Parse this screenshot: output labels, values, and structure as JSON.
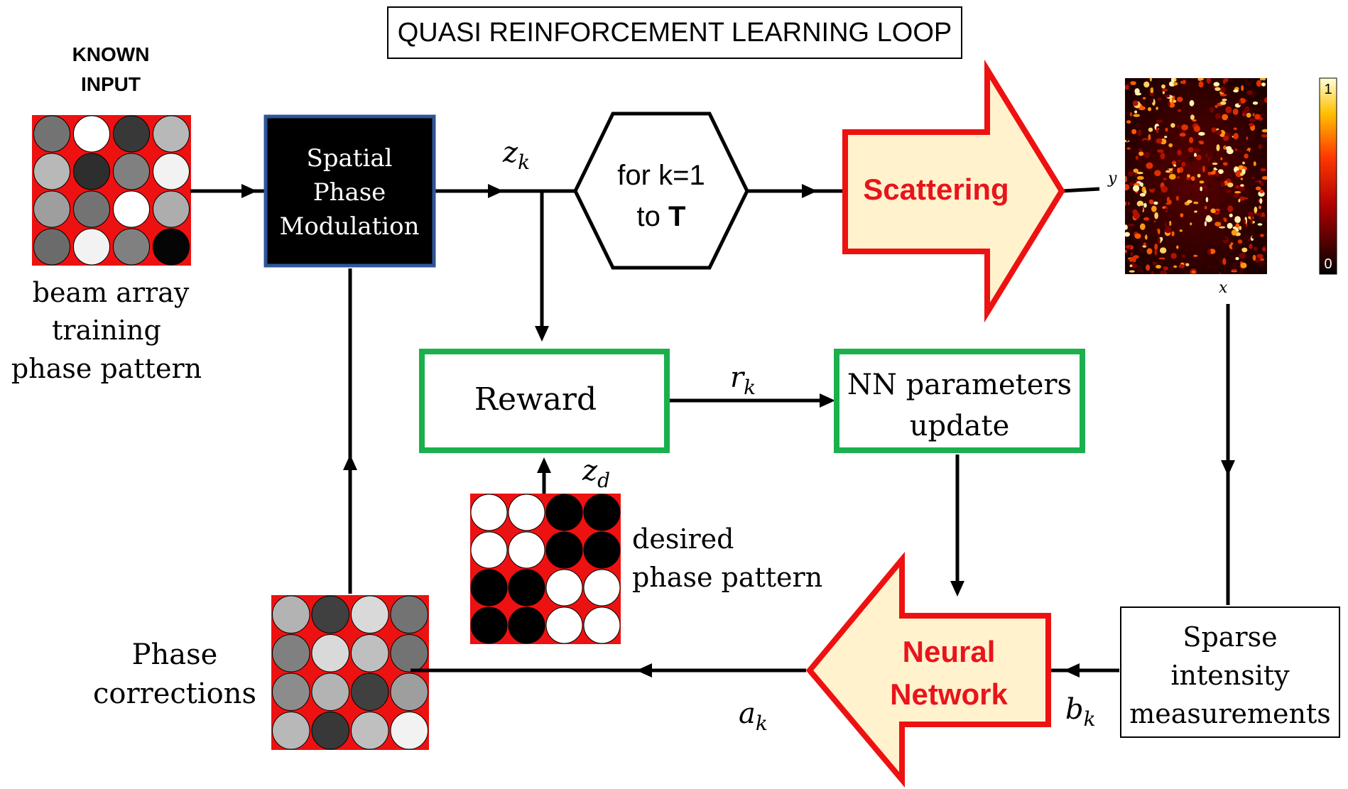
{
  "title": "QUASI REINFORCEMENT LEARNING LOOP",
  "known_input": {
    "line1": "KNOWN",
    "line2": "INPUT"
  },
  "input_caption": [
    "beam array",
    "training",
    "phase pattern"
  ],
  "spm_block": [
    "Spatial",
    "Phase",
    "Modulation"
  ],
  "loop_block": {
    "line1": "for k=1",
    "line2_prefix": "to ",
    "line2_bold": "T"
  },
  "scattering_label": "Scattering",
  "reward_label": "Reward",
  "nn_update": [
    "NN parameters",
    "update"
  ],
  "nn_label": [
    "Neural",
    "Network"
  ],
  "sparse_block": [
    "Sparse",
    "intensity",
    "measurements"
  ],
  "desired_caption": [
    "desired",
    "phase pattern"
  ],
  "corrections_caption": [
    "Phase",
    "corrections"
  ],
  "signals": {
    "zk": {
      "base": "z",
      "sub": "k"
    },
    "rk": {
      "base": "r",
      "sub": "k"
    },
    "zd": {
      "base": "z",
      "sub": "d"
    },
    "ak": {
      "base": "a",
      "sub": "k"
    },
    "bk": {
      "base": "b",
      "sub": "k"
    }
  },
  "speckle": {
    "x_label": "x",
    "y_label": "y",
    "cbar_max": "1",
    "cbar_min": "0"
  },
  "grids": {
    "known_input": [
      [
        0.45,
        1.0,
        0.22,
        0.72
      ],
      [
        0.72,
        0.18,
        0.5,
        0.95
      ],
      [
        0.62,
        0.45,
        1.0,
        0.68
      ],
      [
        0.42,
        0.95,
        0.5,
        0.02
      ]
    ],
    "desired": [
      [
        1,
        1,
        0,
        0
      ],
      [
        1,
        1,
        0,
        0
      ],
      [
        0,
        0,
        1,
        1
      ],
      [
        0,
        0,
        1,
        1
      ]
    ],
    "corrections": [
      [
        0.7,
        0.25,
        0.85,
        0.45
      ],
      [
        0.5,
        0.85,
        0.75,
        0.45
      ],
      [
        0.55,
        0.7,
        0.25,
        0.62
      ],
      [
        0.72,
        0.22,
        0.75,
        0.95
      ]
    ]
  },
  "colors": {
    "grid_background": "#ee1111",
    "green_border": "#1ab04c",
    "red_border": "#ee1111",
    "arrow_fill": "#fff2cc",
    "spm_border": "#2f5597",
    "label_red": "#e8141c"
  }
}
